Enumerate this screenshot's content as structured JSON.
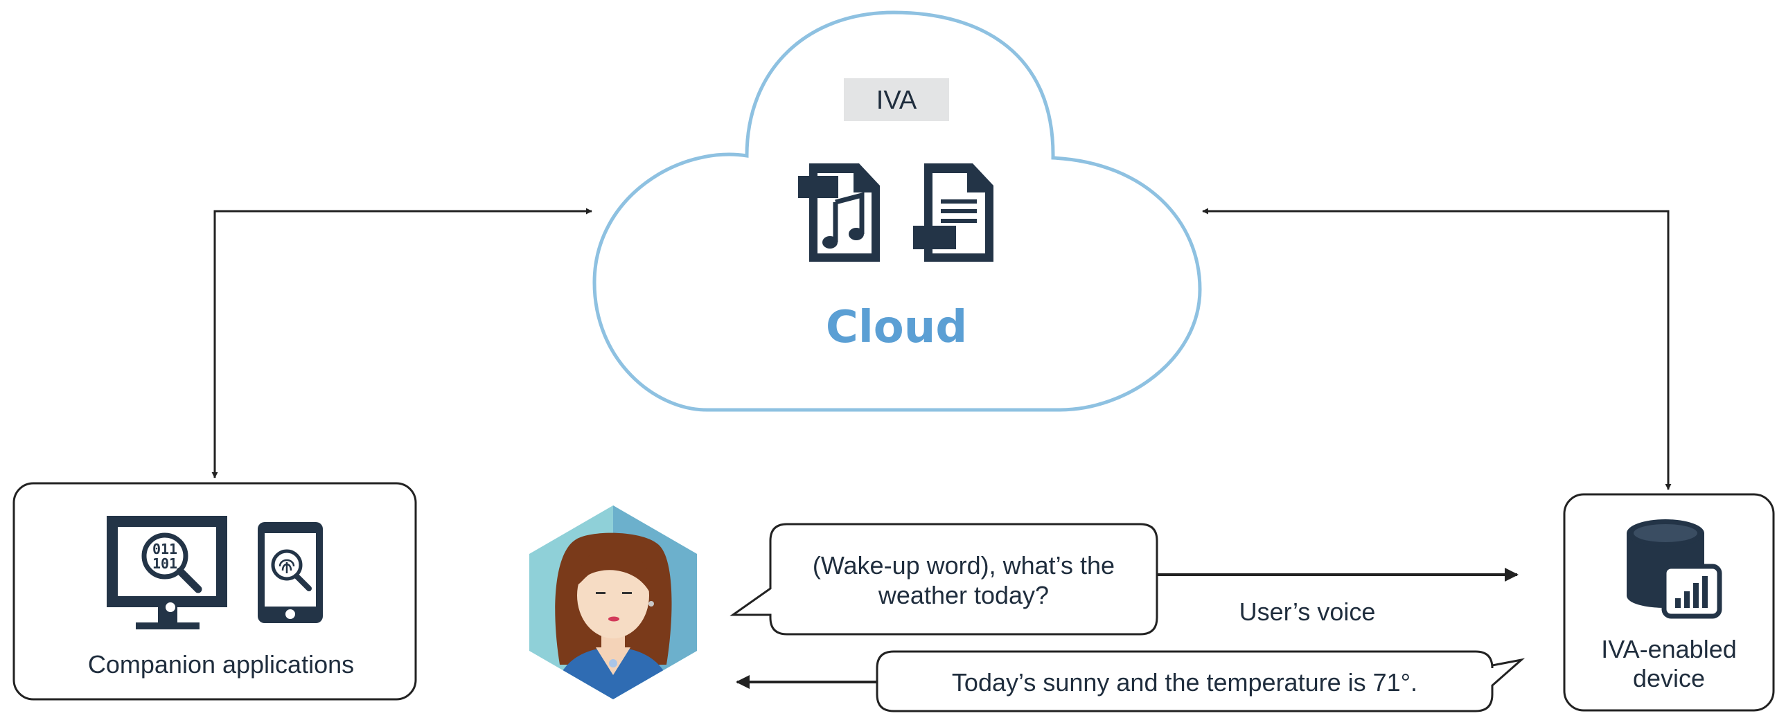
{
  "cloud": {
    "badge": "IVA",
    "title": "Cloud",
    "icons": [
      "audio-file-icon",
      "text-document-icon"
    ]
  },
  "companion": {
    "label": "Companion applications",
    "icons": [
      "monitor-binary-search-icon",
      "tablet-fingerprint-icon"
    ]
  },
  "device": {
    "label_line1": "IVA-enabled",
    "label_line2": "device",
    "icons": [
      "database-chart-icon"
    ]
  },
  "user": {
    "icon": "user-avatar-icon"
  },
  "dialog": {
    "request_line1": "(Wake-up word), what’s the",
    "request_line2": "weather today?",
    "voice_label": "User’s voice",
    "response": "Today’s sunny and the temperature is 71°."
  },
  "colors": {
    "cloud_stroke": "#8ec1e1",
    "cloud_title": "#5b9fd4",
    "icon_dark": "#233447",
    "badge_fill": "#e3e4e5",
    "line": "#222222"
  }
}
